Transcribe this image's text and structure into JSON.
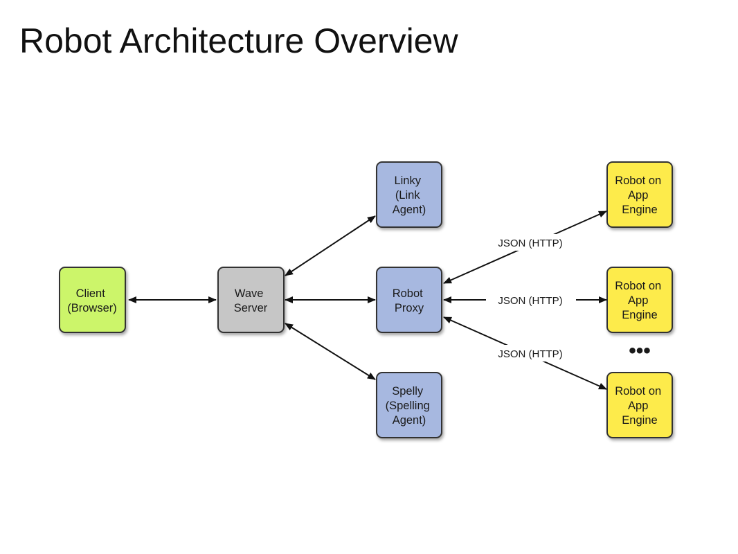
{
  "title": "Robot Architecture Overview",
  "colors": {
    "client": "#ccf56b",
    "server": "#c6c6c6",
    "agent": "#a7b8e0",
    "robot": "#fdeb4c",
    "border": "#333333"
  },
  "nodes": {
    "client": [
      "Client",
      "(Browser)"
    ],
    "wave_server": [
      "Wave",
      "Server"
    ],
    "linky": [
      "Linky",
      "(Link",
      "Agent)"
    ],
    "robot_proxy": [
      "Robot",
      "Proxy"
    ],
    "spelly": [
      "Spelly",
      "(Spelling",
      "Agent)"
    ],
    "robot_1": [
      "Robot on",
      "App",
      "Engine"
    ],
    "robot_2": [
      "Robot on",
      "App",
      "Engine"
    ],
    "robot_3": [
      "Robot on",
      "App",
      "Engine"
    ]
  },
  "edge_labels": {
    "json_top": "JSON (HTTP)",
    "json_middle": "JSON (HTTP)",
    "json_bottom": "JSON (HTTP)"
  },
  "ellipsis": "•••"
}
